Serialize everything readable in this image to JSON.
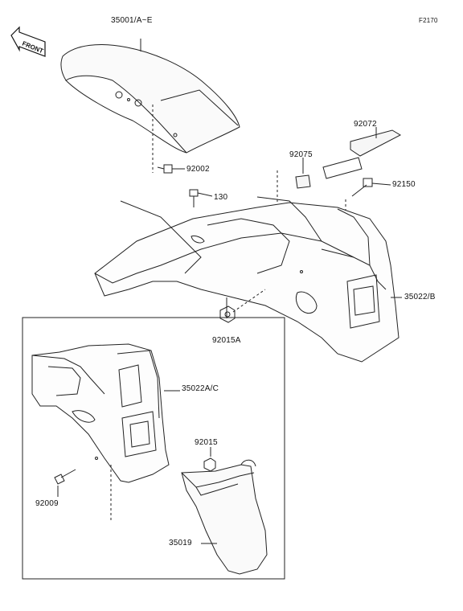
{
  "figure_id": "F2170",
  "front_label": "FRONT",
  "parts": {
    "p35001": "35001/A~E",
    "p92002": "92002",
    "p130": "130",
    "p92075": "92075",
    "p92072": "92072",
    "p92150": "92150",
    "p35022b": "35022/B",
    "p92015a": "92015A",
    "p35022ac": "35022A/C",
    "p92015": "92015",
    "p92009": "92009",
    "p35019": "35019"
  }
}
